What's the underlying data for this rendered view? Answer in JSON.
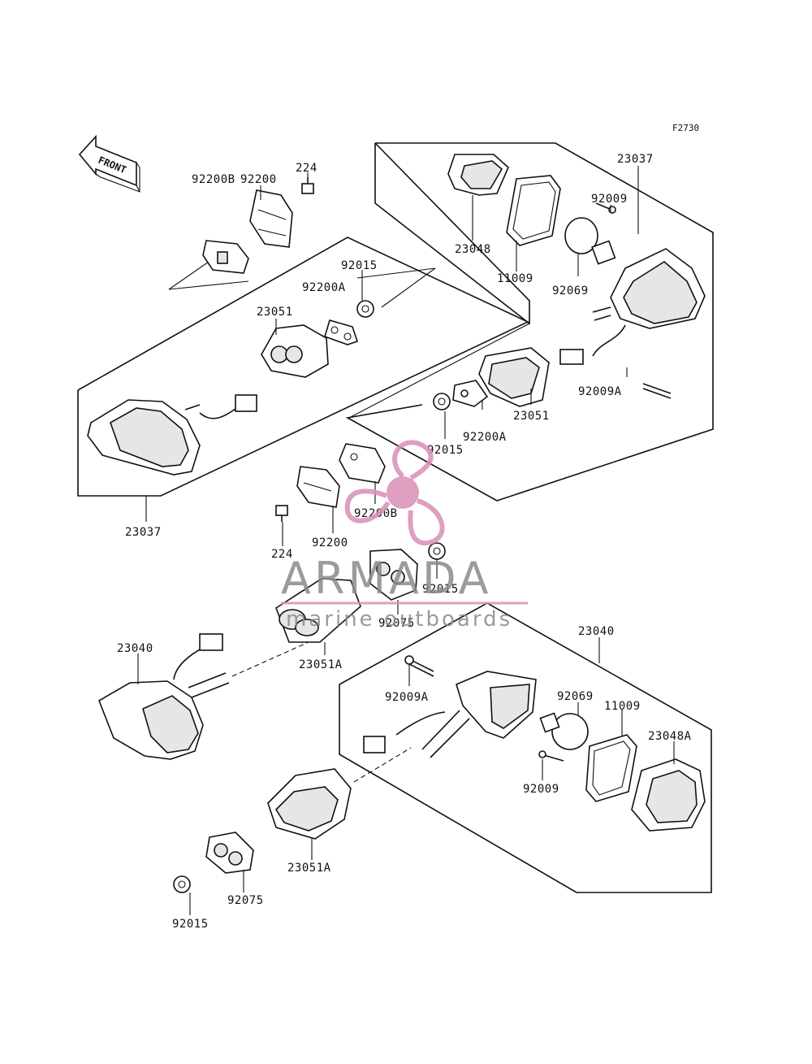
{
  "figure_code": "F2730",
  "front_label": "FRONT",
  "labels": [
    {
      "id": "l-23037-top",
      "text": "23037"
    },
    {
      "id": "l-92009-top",
      "text": "92009"
    },
    {
      "id": "l-23048",
      "text": "23048"
    },
    {
      "id": "l-11009-top",
      "text": "11009"
    },
    {
      "id": "l-92069-top",
      "text": "92069"
    },
    {
      "id": "l-92009A-top",
      "text": "92009A"
    },
    {
      "id": "l-23051-right",
      "text": "23051"
    },
    {
      "id": "l-92200A-right",
      "text": "92200A"
    },
    {
      "id": "l-92015-mid",
      "text": "92015"
    },
    {
      "id": "l-92200B-mid",
      "text": "92200B"
    },
    {
      "id": "l-92200-mid",
      "text": "92200"
    },
    {
      "id": "l-224-mid",
      "text": "224"
    },
    {
      "id": "l-92200B-top",
      "text": "92200B"
    },
    {
      "id": "l-92200-top",
      "text": "92200"
    },
    {
      "id": "l-224-top",
      "text": "224"
    },
    {
      "id": "l-92015-top",
      "text": "92015"
    },
    {
      "id": "l-92200A-top",
      "text": "92200A"
    },
    {
      "id": "l-23051-left",
      "text": "23051"
    },
    {
      "id": "l-23037-left",
      "text": "23037"
    },
    {
      "id": "l-92015-center",
      "text": "92015"
    },
    {
      "id": "l-92075-center",
      "text": "92075"
    },
    {
      "id": "l-23051A-center",
      "text": "23051A"
    },
    {
      "id": "l-23040-left",
      "text": "23040"
    },
    {
      "id": "l-23040-right",
      "text": "23040"
    },
    {
      "id": "l-92009A-bottom",
      "text": "92009A"
    },
    {
      "id": "l-92069-bottom",
      "text": "92069"
    },
    {
      "id": "l-11009-bottom",
      "text": "11009"
    },
    {
      "id": "l-23048A",
      "text": "23048A"
    },
    {
      "id": "l-92009-bottom",
      "text": "92009"
    },
    {
      "id": "l-23051A-bottom",
      "text": "23051A"
    },
    {
      "id": "l-92075-bottom",
      "text": "92075"
    },
    {
      "id": "l-92015-bottom",
      "text": "92015"
    }
  ],
  "watermark": {
    "title": "ARMADA",
    "subtitle": "marine outboards",
    "logo_color": "#d98fb6",
    "text_color": "#8a8a8a"
  }
}
